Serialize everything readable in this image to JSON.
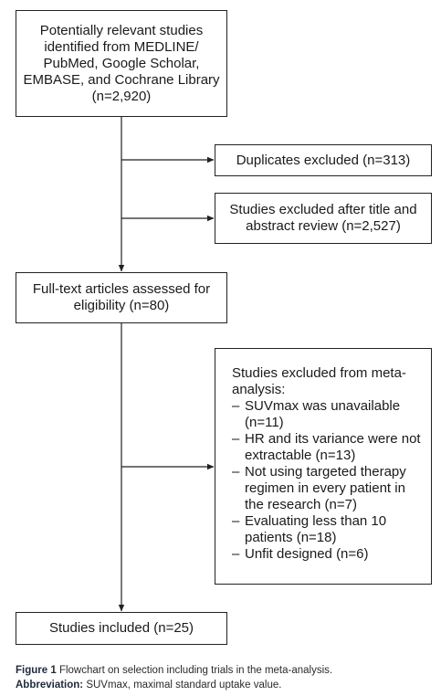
{
  "boxes": {
    "identified": "Potentially relevant studies identified from MEDLINE/ PubMed, Google Scholar, EMBASE, and Cochrane Library (n=2,920)",
    "duplicates": "Duplicates excluded (n=313)",
    "title_abstract": "Studies excluded after title and abstract review (n=2,527)",
    "fulltext": "Full-text articles assessed for eligibility (n=80)",
    "excluded": {
      "heading": "Studies excluded from meta-analysis:",
      "items": [
        "SUVmax was unavailable (n=11)",
        "HR and its variance were not extractable (n=13)",
        "Not using targeted therapy regimen in every patient in the research (n=7)",
        "Evaluating less than 10 patients (n=18)",
        "Unfit designed (n=6)"
      ]
    },
    "included": "Studies included (n=25)"
  },
  "caption": {
    "figure_label": "Figure 1",
    "figure_text": "Flowchart on selection including trials in the meta-analysis.",
    "abbrev_label": "Abbreviation:",
    "abbrev_text": "SUVmax, maximal standard uptake value."
  }
}
